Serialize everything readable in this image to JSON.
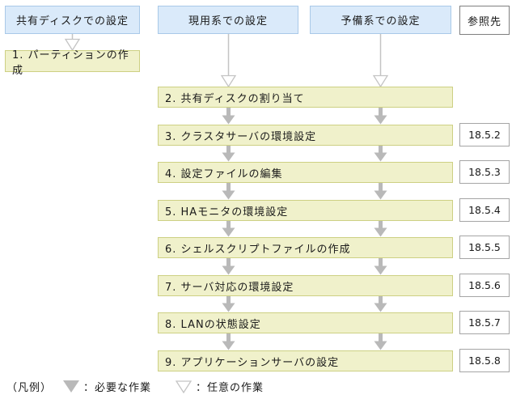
{
  "diagram": {
    "title_context": "cluster-setup-flow",
    "columns": [
      {
        "id": "shared-disk",
        "label": "共有ディスクでの設定"
      },
      {
        "id": "active-system",
        "label": "現用系での設定"
      },
      {
        "id": "standby-system",
        "label": "予備系での設定"
      }
    ],
    "reference_header": "参照先",
    "steps": [
      {
        "label": "1. パーティションの作成",
        "column": "shared-disk",
        "reference": ""
      },
      {
        "label": "2. 共有ディスクの割り当て",
        "reference": ""
      },
      {
        "label": "3. クラスタサーバの環境設定",
        "reference": "18.5.2"
      },
      {
        "label": "4. 設定ファイルの編集",
        "reference": "18.5.3"
      },
      {
        "label": "5. HAモニタの環境設定",
        "reference": "18.5.4"
      },
      {
        "label": "6. シェルスクリプトファイルの作成",
        "reference": "18.5.5"
      },
      {
        "label": "7. サーバ対応の環境設定",
        "reference": "18.5.6"
      },
      {
        "label": "8. LANの状態設定",
        "reference": "18.5.7"
      },
      {
        "label": "9. アプリケーションサーバの設定",
        "reference": "18.5.8"
      }
    ],
    "legend": {
      "prefix": "（凡例）",
      "required_label": "：必要な作業",
      "optional_label": "：任意の作業"
    },
    "colors": {
      "header_fill": "#daeafa",
      "header_border": "#a9c9e8",
      "step_fill": "#f0f1cb",
      "step_border": "#cdd083",
      "arrow_gray": "#b9b9b9",
      "ref_border": "#a5a5a5"
    }
  }
}
